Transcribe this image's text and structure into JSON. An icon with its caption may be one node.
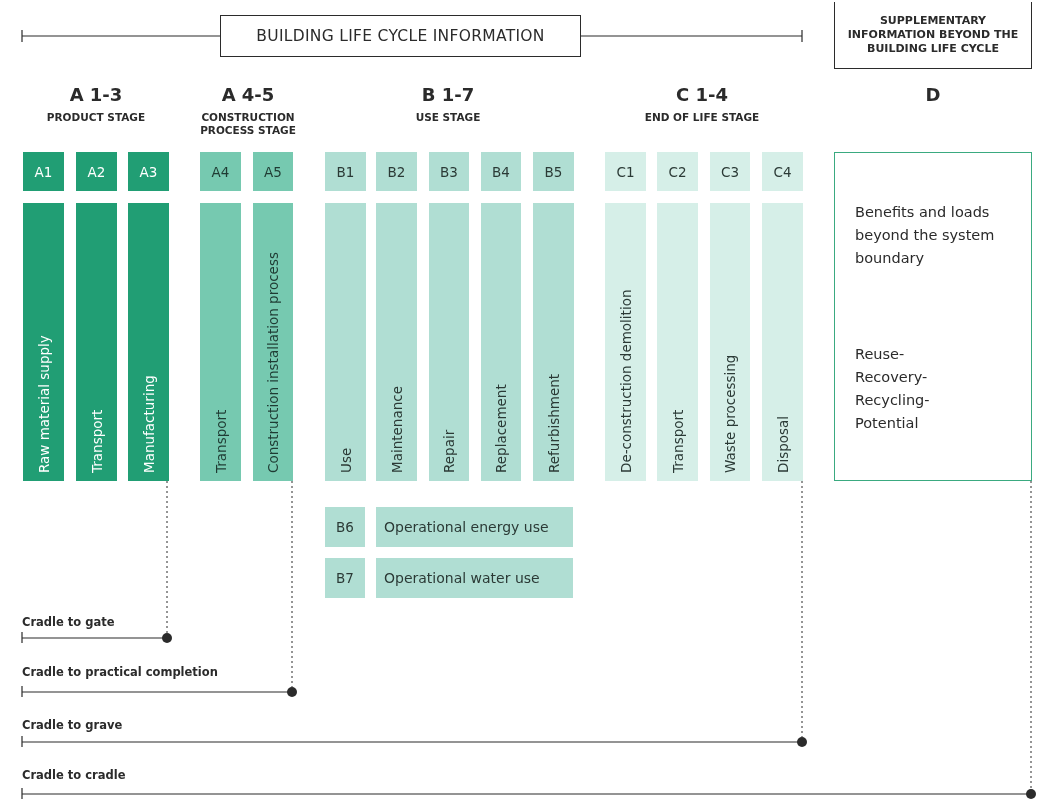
{
  "diagram": {
    "nodes": [
      {
        "text": [
          "BUILDING LIFE CYCLE INFORMATION"
        ]
      },
      {
        "text": [
          "SUPPLEMENTARY INFORMATION BEYOND THE BUILDING LIFE CYCLE"
        ]
      },
      {
        "text": [
          "A1"
        ]
      },
      {
        "text": [
          "A2"
        ]
      },
      {
        "text": [
          "A3"
        ]
      },
      {
        "text": [
          "A4"
        ]
      },
      {
        "text": [
          "A5"
        ]
      },
      {
        "text": [
          "B1"
        ]
      },
      {
        "text": [
          "B2"
        ]
      },
      {
        "text": [
          "B3"
        ]
      },
      {
        "text": [
          "B4"
        ]
      },
      {
        "text": [
          "B5"
        ]
      },
      {
        "text": [
          "C1"
        ]
      },
      {
        "text": [
          "C2"
        ]
      },
      {
        "text": [
          "C3"
        ]
      },
      {
        "text": [
          "C4"
        ]
      },
      {
        "text": [
          "Raw material supply"
        ]
      },
      {
        "text": [
          "Transport"
        ]
      },
      {
        "text": [
          "Manufacturing"
        ]
      },
      {
        "text": [
          "Transport"
        ]
      },
      {
        "text": [
          "Construction installation process"
        ]
      },
      {
        "text": [
          "Use"
        ]
      },
      {
        "text": [
          "Maintenance"
        ]
      },
      {
        "text": [
          "Repair"
        ]
      },
      {
        "text": [
          "Replacement"
        ]
      },
      {
        "text": [
          "Refurbishment"
        ]
      },
      {
        "text": [
          "De-construction demolition"
        ]
      },
      {
        "text": [
          "Transport"
        ]
      },
      {
        "text": [
          "Waste processing"
        ]
      },
      {
        "text": [
          "Disposal"
        ]
      },
      {
        "text": [
          "Benefits and loads beyond the system boundary",
          "Reuse- Recovery- Recycling- Potential"
        ]
      },
      {
        "text": [
          "B6"
        ]
      },
      {
        "text": [
          "Operational energy use"
        ]
      },
      {
        "text": [
          "B7"
        ]
      },
      {
        "text": [
          "Operational water use"
        ]
      }
    ],
    "labels": [
      "A 1-3",
      "PRODUCT STAGE",
      "A 4-5",
      "CONSTRUCTION PROCESS STAGE",
      "B 1-7",
      "USE STAGE",
      "C 1-4",
      "END OF LIFE STAGE",
      "D",
      "Cradle to gate",
      "Cradle to practical completion",
      "Cradle to grave",
      "Cradle to cradle"
    ]
  }
}
